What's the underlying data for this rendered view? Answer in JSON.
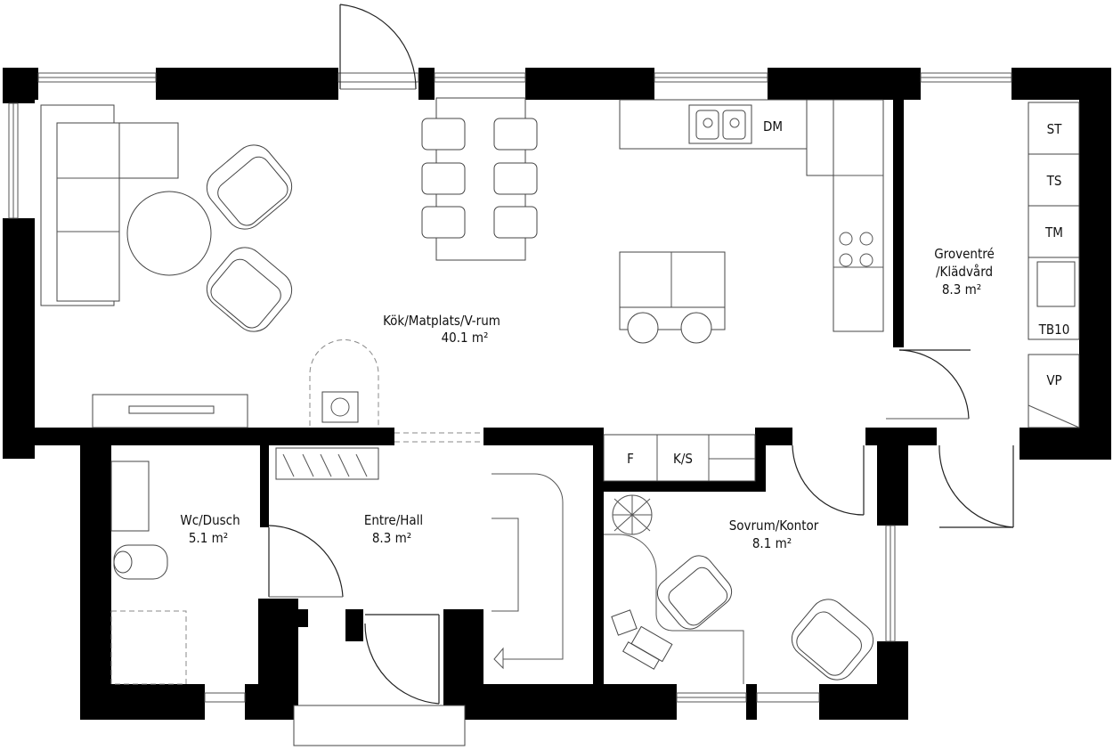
{
  "rooms": {
    "kitchen": {
      "name": "Kök/Matplats/V-rum",
      "area": "40.1 m²"
    },
    "utility": {
      "name_line1": "Groventré",
      "name_line2": "/Klädvård",
      "area": "8.3 m²"
    },
    "wc": {
      "name": "Wc/Dusch",
      "area": "5.1 m²"
    },
    "hall": {
      "name": "Entre/Hall",
      "area": "8.3 m²"
    },
    "bedroom": {
      "name": "Sovrum/Kontor",
      "area": "8.1 m²"
    }
  },
  "appliances": {
    "dishwasher": "DM",
    "st": "ST",
    "ts": "TS",
    "tm": "TM",
    "tb10": "TB10",
    "vp": "VP",
    "freezer": "F",
    "fridge_freezer": "K/S"
  }
}
